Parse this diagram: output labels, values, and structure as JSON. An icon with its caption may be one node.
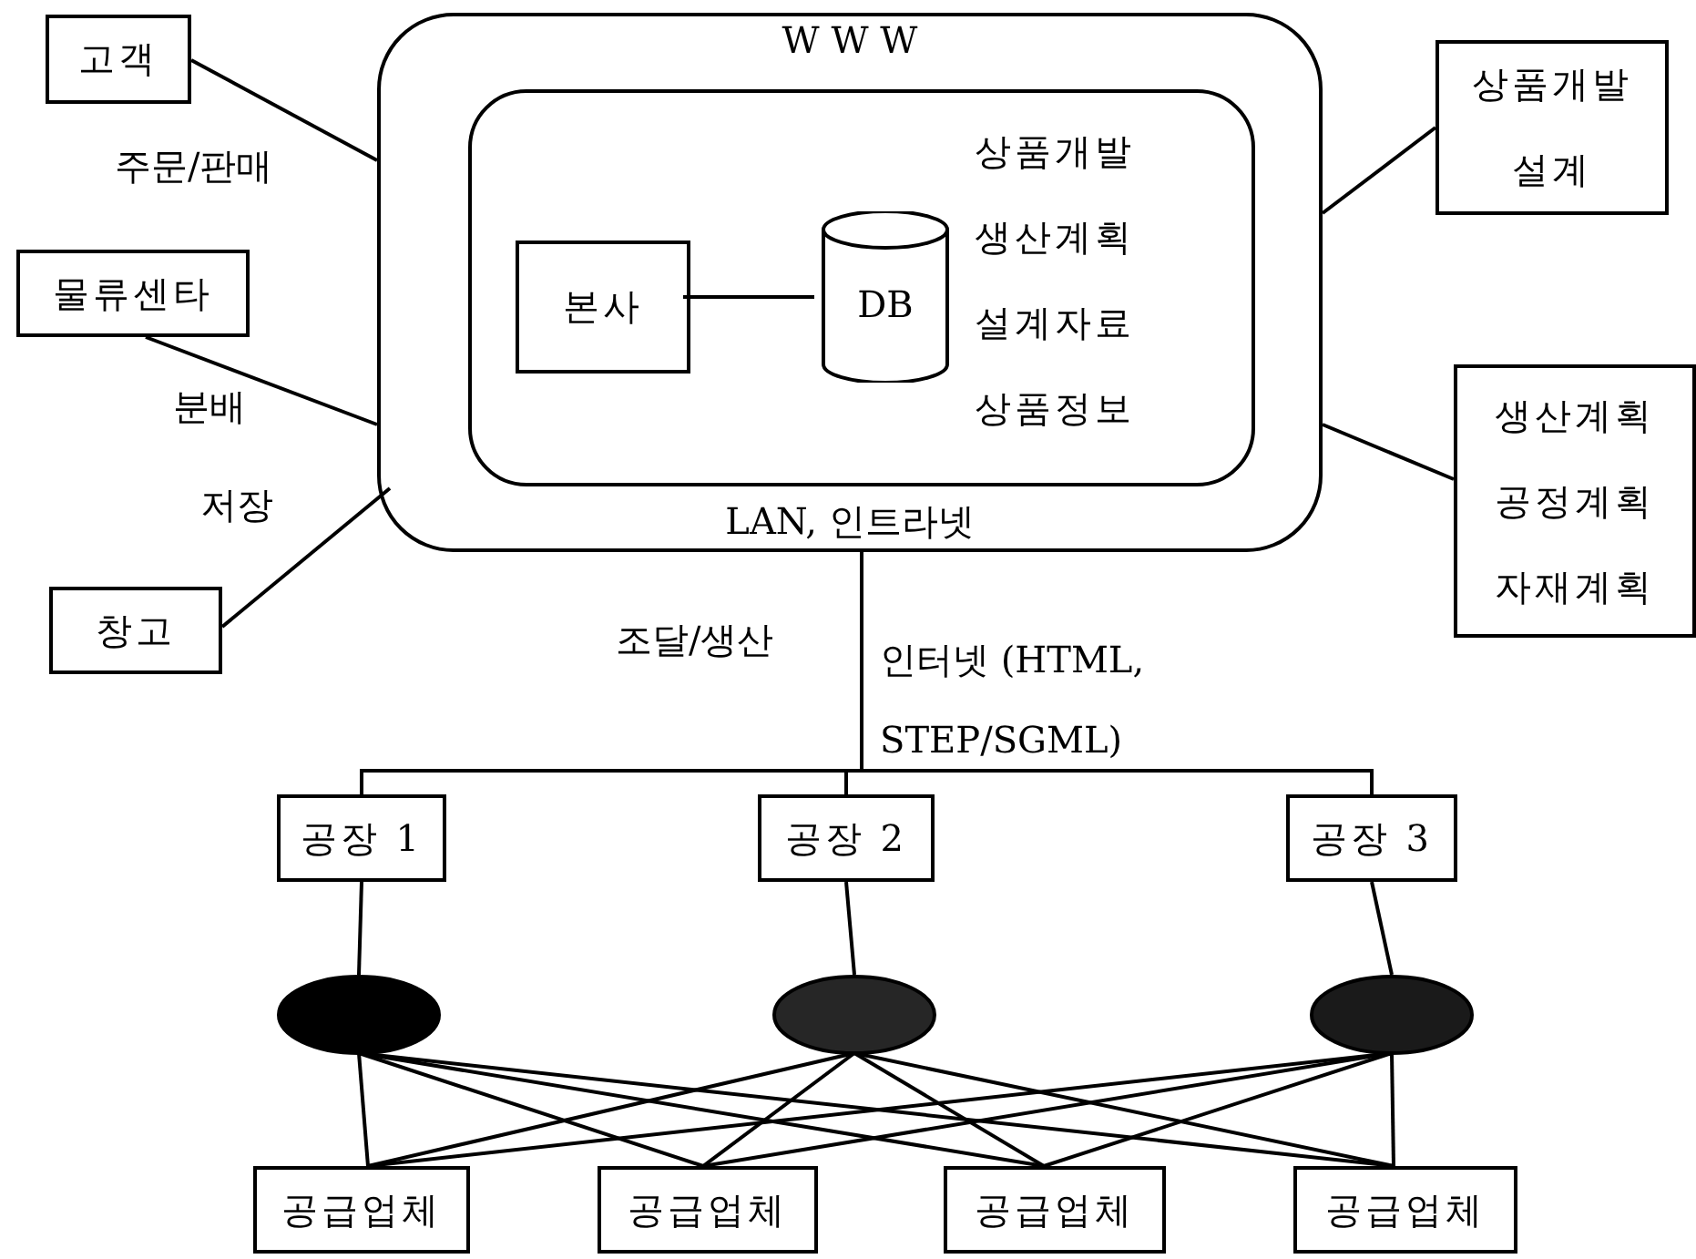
{
  "diagram": {
    "nodes": [
      {
        "text": [
          "W W W",
          "LAN, 인트라넷"
        ]
      },
      {
        "text": [
          "상품개발",
          "생산계획",
          "설계자료",
          "상품정보"
        ],
        "in": 0
      },
      {
        "text": [
          "본사"
        ],
        "in": 1
      },
      {
        "text": [
          "DB"
        ],
        "in": 1
      },
      {
        "text": [
          "고객"
        ]
      },
      {
        "text": [
          "물류센타"
        ]
      },
      {
        "text": [
          "창고"
        ]
      },
      {
        "text": [
          "상품개발 설계"
        ]
      },
      {
        "text": [
          "생산계획 공정계획 자재계획"
        ]
      },
      {
        "text": [
          "공장 1"
        ]
      },
      {
        "text": [
          "공장 2"
        ]
      },
      {
        "text": [
          "공장 3"
        ]
      },
      {
        "text": [],
        "shape": "ellipse"
      },
      {
        "text": [],
        "shape": "ellipse"
      },
      {
        "text": [],
        "shape": "ellipse"
      },
      {
        "text": [
          "공급업체"
        ]
      },
      {
        "text": [
          "공급업체"
        ]
      },
      {
        "text": [
          "공급업체"
        ]
      },
      {
        "text": [
          "공급업체"
        ]
      }
    ],
    "edges": [
      {
        "from": 4,
        "to": 0,
        "arrow": "none",
        "label": "주문/판매"
      },
      {
        "from": 5,
        "to": 0,
        "arrow": "none",
        "label": "분배"
      },
      {
        "from": 6,
        "to": 0,
        "arrow": "none",
        "label": "저장"
      },
      {
        "from": 0,
        "to": 7,
        "arrow": "none"
      },
      {
        "from": 0,
        "to": 8,
        "arrow": "none"
      },
      {
        "from": 2,
        "to": 3,
        "arrow": "none"
      },
      {
        "from": 0,
        "to": 9,
        "arrow": "none"
      },
      {
        "from": 0,
        "to": 10,
        "arrow": "none"
      },
      {
        "from": 0,
        "to": 11,
        "arrow": "none"
      },
      {
        "from": 9,
        "to": 12,
        "arrow": "none"
      },
      {
        "from": 10,
        "to": 13,
        "arrow": "none"
      },
      {
        "from": 11,
        "to": 14,
        "arrow": "none"
      },
      {
        "from": 12,
        "to": 15,
        "arrow": "none"
      },
      {
        "from": 12,
        "to": 16,
        "arrow": "none"
      },
      {
        "from": 12,
        "to": 17,
        "arrow": "none"
      },
      {
        "from": 12,
        "to": 18,
        "arrow": "none"
      },
      {
        "from": 13,
        "to": 15,
        "arrow": "none"
      },
      {
        "from": 13,
        "to": 16,
        "arrow": "none"
      },
      {
        "from": 13,
        "to": 17,
        "arrow": "none"
      },
      {
        "from": 13,
        "to": 18,
        "arrow": "none"
      },
      {
        "from": 14,
        "to": 15,
        "arrow": "none"
      },
      {
        "from": 14,
        "to": 16,
        "arrow": "none"
      },
      {
        "from": 14,
        "to": 17,
        "arrow": "none"
      },
      {
        "from": 14,
        "to": 18,
        "arrow": "none"
      }
    ],
    "labels": [
      "조달/생산",
      "인터넷 (HTML, STEP/SGML)"
    ]
  }
}
